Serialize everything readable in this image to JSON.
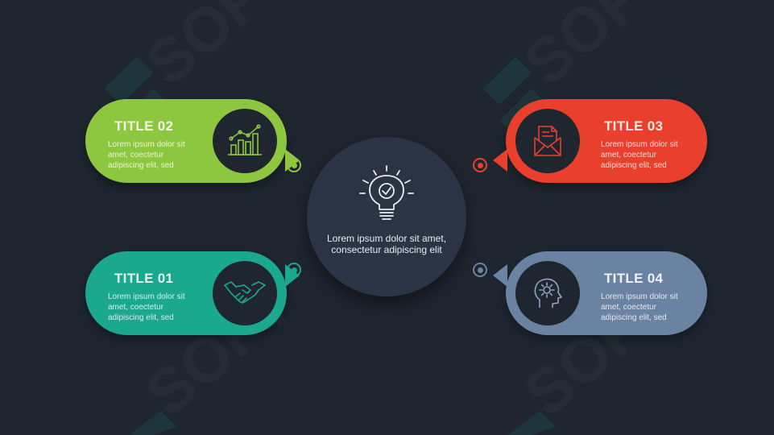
{
  "center": {
    "text": "Lorem ipsum dolor sit amet, consectetur adipiscing elit",
    "icon": "lightbulb-check-icon"
  },
  "cards": [
    {
      "id": "card-02",
      "title": "TITLE 02",
      "body": "Lorem ipsum dolor sit amet, coectetur adipiscing elit, sed",
      "color": "#8dc63f",
      "icon": "bar-chart-icon"
    },
    {
      "id": "card-03",
      "title": "TITLE 03",
      "body": "Lorem ipsum dolor sit amet, coectetur adipiscing elit, sed",
      "color": "#e8402c",
      "icon": "envelope-icon"
    },
    {
      "id": "card-01",
      "title": "TITLE 01",
      "body": "Lorem ipsum dolor sit amet, coectetur adipiscing elit, sed",
      "color": "#1aa88f",
      "icon": "handshake-icon"
    },
    {
      "id": "card-04",
      "title": "TITLE 04",
      "body": "Lorem ipsum dolor sit amet, coectetur adipiscing elit, sed",
      "color": "#6b83a3",
      "icon": "head-gear-icon"
    }
  ],
  "watermark": {
    "text": "SOFT"
  },
  "colors": {
    "background": "#1f2630",
    "center": "#2b3444"
  }
}
